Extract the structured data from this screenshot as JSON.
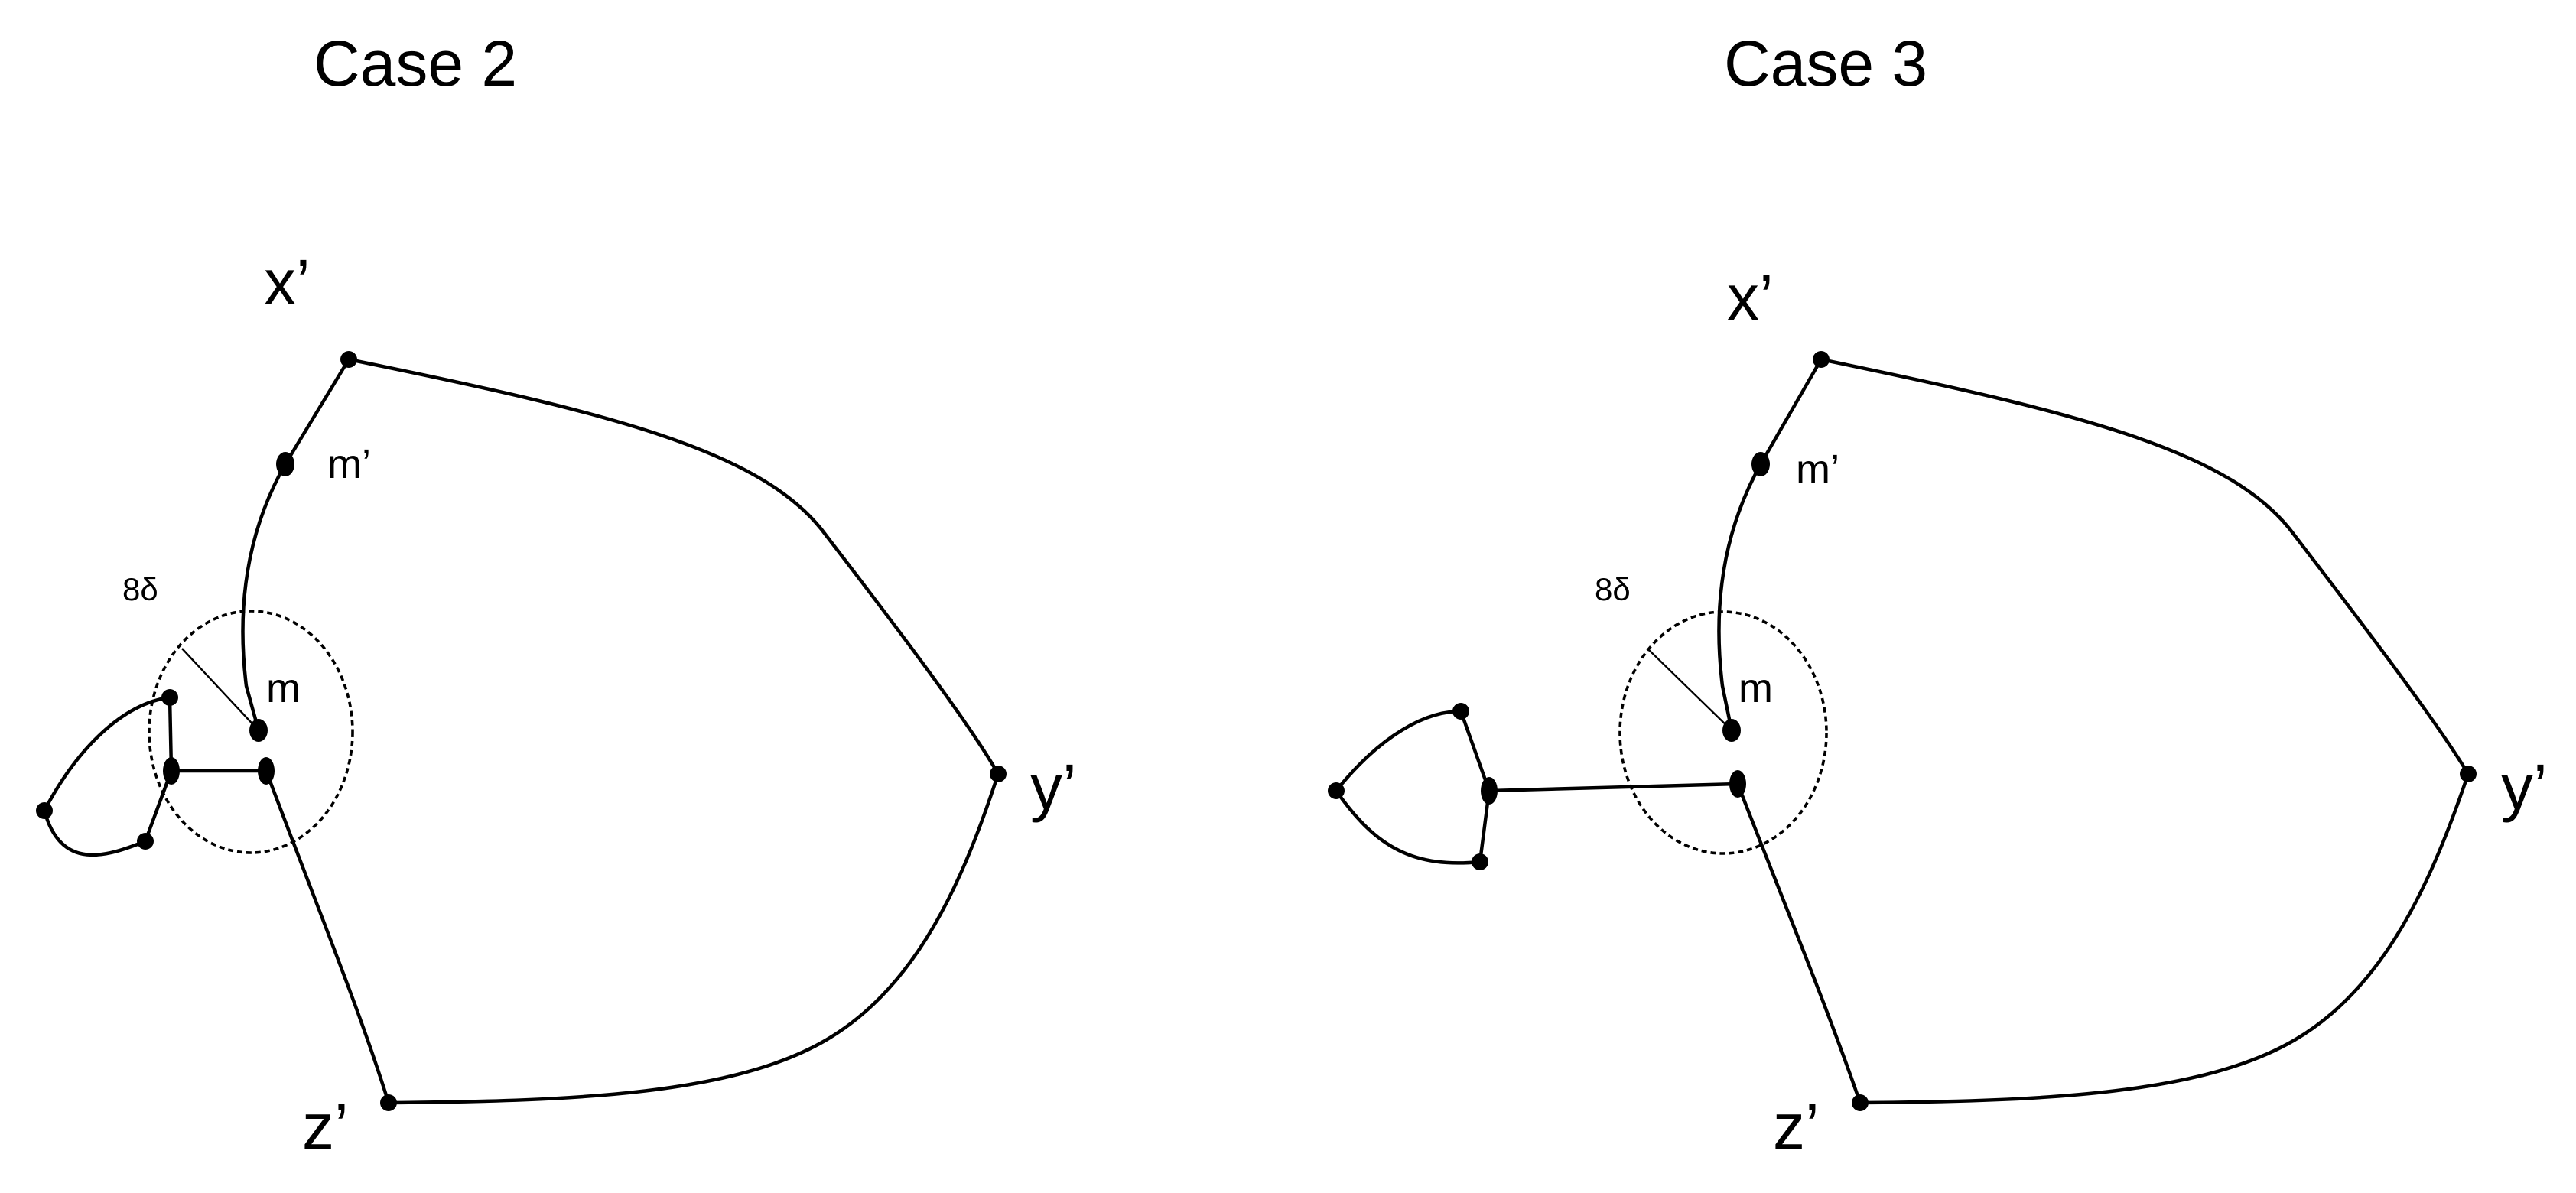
{
  "panels": [
    {
      "title": "Case 2",
      "labels": {
        "x": "x’",
        "m_prime": "m’",
        "radius": "8δ",
        "m": "m",
        "y": "y’",
        "z": "z’"
      }
    },
    {
      "title": "Case 3",
      "labels": {
        "x": "x’",
        "m_prime": "m’",
        "radius": "8δ",
        "m": "m",
        "y": "y’",
        "z": "z’"
      }
    }
  ]
}
